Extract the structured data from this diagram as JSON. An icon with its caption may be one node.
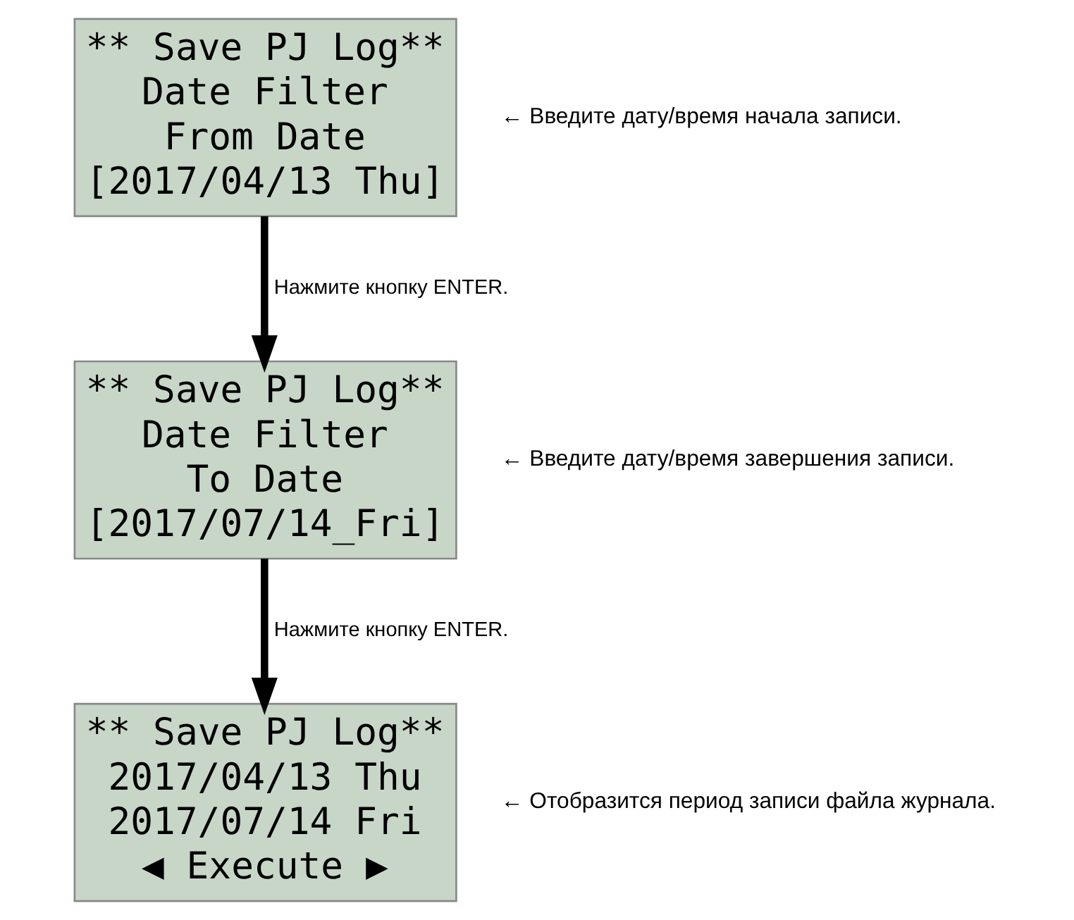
{
  "diagram": {
    "nodes": [
      {
        "text": [
          "** Save PJ Log**",
          "Date Filter",
          "From Date",
          "[2017/04/13 Thu]"
        ],
        "beside": [
          "← Введите дату/время начала записи."
        ]
      },
      {
        "text": [
          "** Save PJ Log**",
          "Date Filter",
          "To Date",
          "[2017/07/14_Fri]"
        ],
        "beside": [
          "← Введите дату/время завершения записи."
        ]
      },
      {
        "text": [
          "** Save PJ Log**",
          "2017/04/13 Thu",
          "2017/07/14 Fri",
          "◀ Execute ▶"
        ],
        "beside": [
          "← Отобразится период записи файла журнала."
        ]
      }
    ],
    "edges": [
      {
        "from": 0,
        "to": 1,
        "arrow": "to",
        "label": "Нажмите кнопку ENTER."
      },
      {
        "from": 1,
        "to": 2,
        "arrow": "to",
        "label": "Нажмите кнопку ENTER."
      }
    ]
  }
}
